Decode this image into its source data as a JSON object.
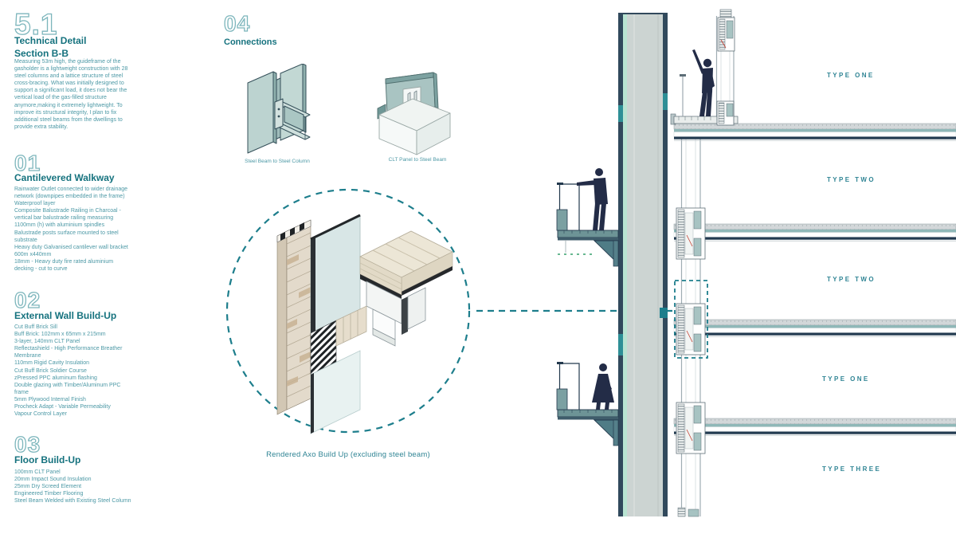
{
  "colors": {
    "accent_teal": "#1d7e8c",
    "heading_teal": "#15727e",
    "body_teal": "#4d99a6",
    "outline_number_teal": "#7db6bc",
    "label_teal": "#2f8494",
    "navy": "#223a50",
    "slab_teal": "#8fb8b8",
    "wall_fill": "#ccd4d2",
    "wall_mint": "#b9e4d2",
    "figure_navy": "#232c47",
    "steel_teal": "#bcd3d0",
    "brick_tan": "#e3dacb"
  },
  "left_column": {
    "sections": [
      {
        "number": "5.1",
        "title": "Technical Detail\nSection B-B",
        "body": "Measuring 53m high, the guideframe of the gasholder is a lightweight construction with 28 steel columns and a lattice structure of steel cross-bracing. What was initially designed to support a significant load, it does not bear the vertical load of the gas-filled structure anymore,making it extremely lightweight. To improve its structural integrity, I plan to fix additional steel beams from the dwellings to provide extra stability."
      },
      {
        "number": "01",
        "title": "Cantilevered Walkway",
        "body": "Rainwater Outlet connected to wider drainage network (downpipes embedded in the frame)\nWaterproof layer\nComposite Balustrade Railing in Charcoal - vertical bar balustrade railing measuring 1100mm (h) with aluminium spindles\nBalustrade posts surface mounted to steel substrate\nHeavy duty  Galvanised cantilever wall bracket 600m x440mm\n18mm - Heavy duty fire rated aluminium decking - cut to curve"
      },
      {
        "number": "02",
        "title": "External Wall Build-Up",
        "body": "Cut Buff Brick Sill\nBuff Brick: 102mm x 65mm x 215mm\n3-layer, 140mm CLT Panel\nReflectashield - High Performance Breather Membrane\n110mm Rigid Cavity Insulation\nCut Buff Brick Soldier Course\nzPressed PPC aluminum flashing\nDouble glazing with Timber/Aluminum PPC frame\n5mm Plywood Internal Finish\nProcheck Adapt - Variable Permeability\nVapour Control Layer"
      },
      {
        "number": "03",
        "title": "Floor Build-Up",
        "body": "100mm CLT Panel\n20mm Impact Sound Insulation\n25mm Dry Screed Element\nEngineered Timber Flooring\nSteel Beam Welded with Existing Steel Column"
      }
    ]
  },
  "connections": {
    "number": "04",
    "title": "Connections",
    "figure1_caption": "Steel Beam to Steel Column",
    "figure2_caption": "CLT Panel to Steel Beam"
  },
  "axo": {
    "caption": "Rendered Axo Build Up (excluding steel beam)"
  },
  "section_drawing": {
    "floor_labels": [
      "TYPE ONE",
      "TYPE TWO",
      "TYPE TWO",
      "TYPE ONE",
      "TYPE THREE"
    ]
  }
}
